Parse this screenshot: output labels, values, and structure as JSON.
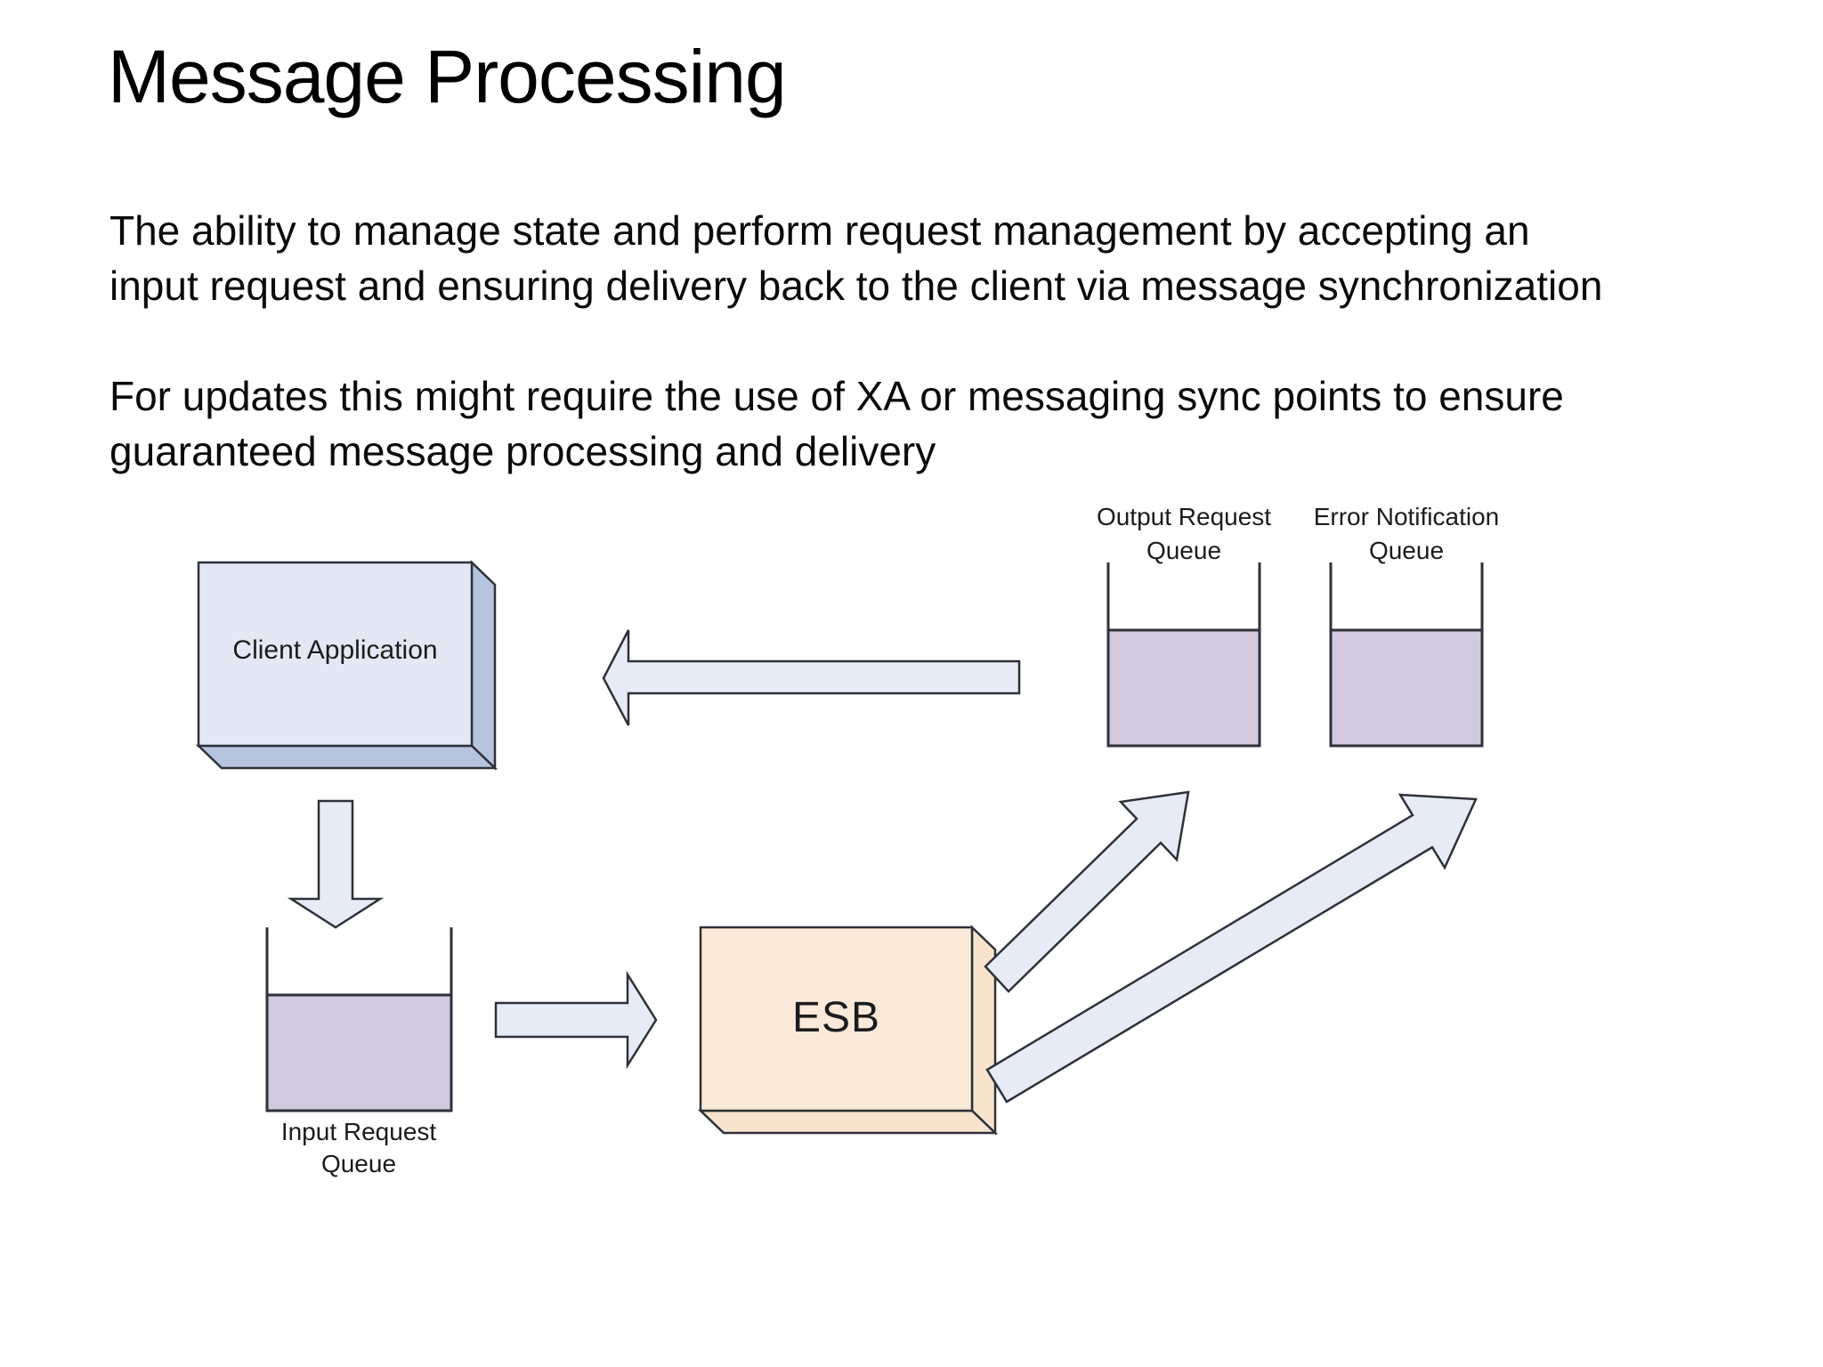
{
  "slide": {
    "title": "Message Processing",
    "paragraphs": [
      {
        "lines": [
          "The ability to manage state and perform request management by accepting an",
          "input request and ensuring delivery back to the client via message synchronization"
        ]
      },
      {
        "lines": [
          "For updates this might require the use of XA or messaging sync points to ensure",
          "guaranteed message processing and delivery"
        ]
      }
    ]
  },
  "diagram": {
    "nodes": {
      "client_app": {
        "label": "Client Application",
        "shape": "3d-box"
      },
      "esb": {
        "label": "ESB",
        "shape": "3d-box"
      },
      "input_queue": {
        "label_line1": "Input Request",
        "label_line2": "Queue",
        "shape": "queue"
      },
      "output_queue": {
        "label_line1": "Output Request",
        "label_line2": "Queue",
        "shape": "queue"
      },
      "error_queue": {
        "label_line1": "Error Notification",
        "label_line2": "Queue",
        "shape": "queue"
      }
    },
    "edges": [
      {
        "from": "client_app",
        "to": "input_queue",
        "style": "block-arrow",
        "direction": "down"
      },
      {
        "from": "input_queue",
        "to": "esb",
        "style": "block-arrow",
        "direction": "right"
      },
      {
        "from": "esb",
        "to": "client_app",
        "style": "block-arrow",
        "direction": "left"
      },
      {
        "from": "esb",
        "to": "output_queue",
        "style": "block-arrow",
        "direction": "up-right"
      },
      {
        "from": "esb",
        "to": "error_queue",
        "style": "block-arrow",
        "direction": "up-right"
      }
    ]
  },
  "colors": {
    "background": "#ffffff",
    "text": "#0b0b0b",
    "client_app_front": "#e4e8f4",
    "client_app_side": "#b6c4e0",
    "esb_front": "#fbead9",
    "esb_side": "#f8e3cd",
    "queue_fill": "#d2cade",
    "arrow_fill": "#e7ebf6",
    "outline": "#2e3138"
  }
}
